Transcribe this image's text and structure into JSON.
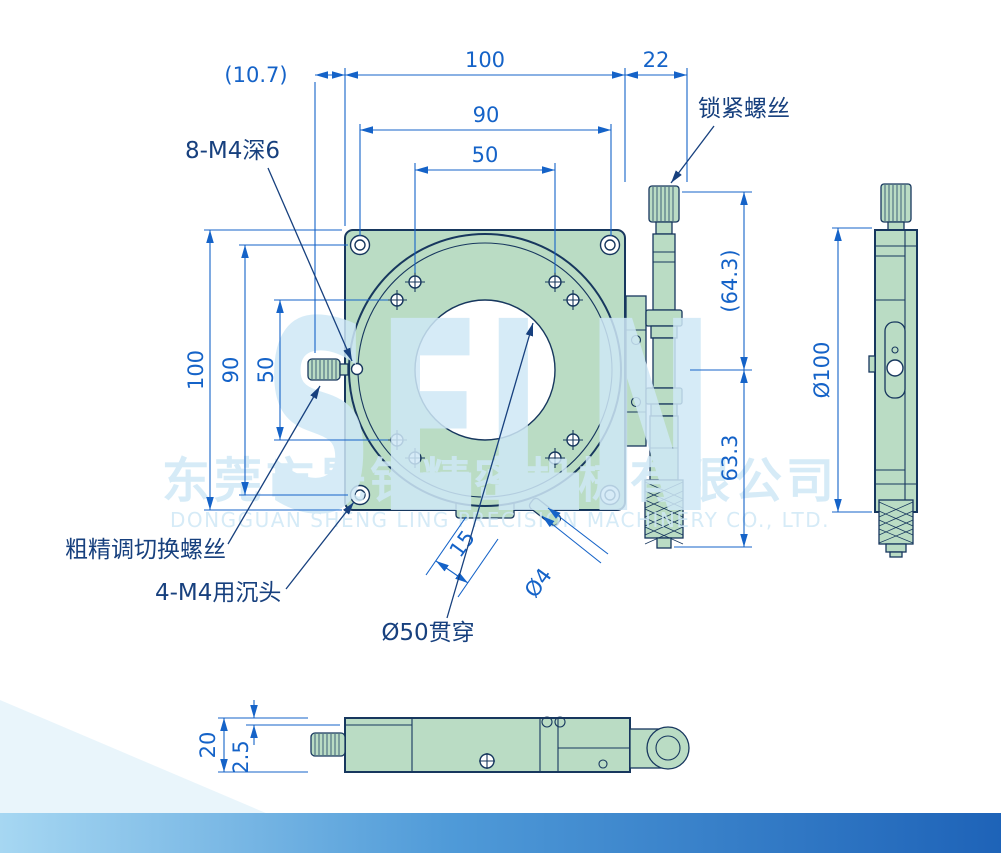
{
  "colors": {
    "dimension_blue": "#1563c8",
    "label_navy": "#17407e",
    "outline_navy": "#17375e",
    "part_green": "#badcc4",
    "watermark_blue": "#cfe8f6",
    "footer_blue_left": "#a6d7f2",
    "footer_blue_right": "#1e63b8"
  },
  "watermark": {
    "logo": "SELN",
    "company_cn": "东莞市晟铃精密机械有限公司",
    "company_en": "DONGGUAN SHENG LING PRECISION MACHINERY CO., LTD."
  },
  "callouts": {
    "lock_screw": "锁紧螺丝",
    "thread_holes": "8-M4深6",
    "coarse_fine_switch": "粗精调切换螺丝",
    "countersunk_holes": "4-M4用沉头",
    "through_hole": "Ø50贯穿"
  },
  "dims": {
    "front": {
      "offset": "(10.7)",
      "width": "100",
      "micrometer": "22",
      "span90": "90",
      "span50": "50",
      "height": "100",
      "vspan90": "90",
      "vspan50": "50",
      "pin_len": "15",
      "pin_dia": "Ø4"
    },
    "side": {
      "upper": "(64.3)",
      "lower": "63.3",
      "diameter": "Ø100"
    },
    "bottom": {
      "thickness": "20",
      "step": "2.5"
    }
  }
}
